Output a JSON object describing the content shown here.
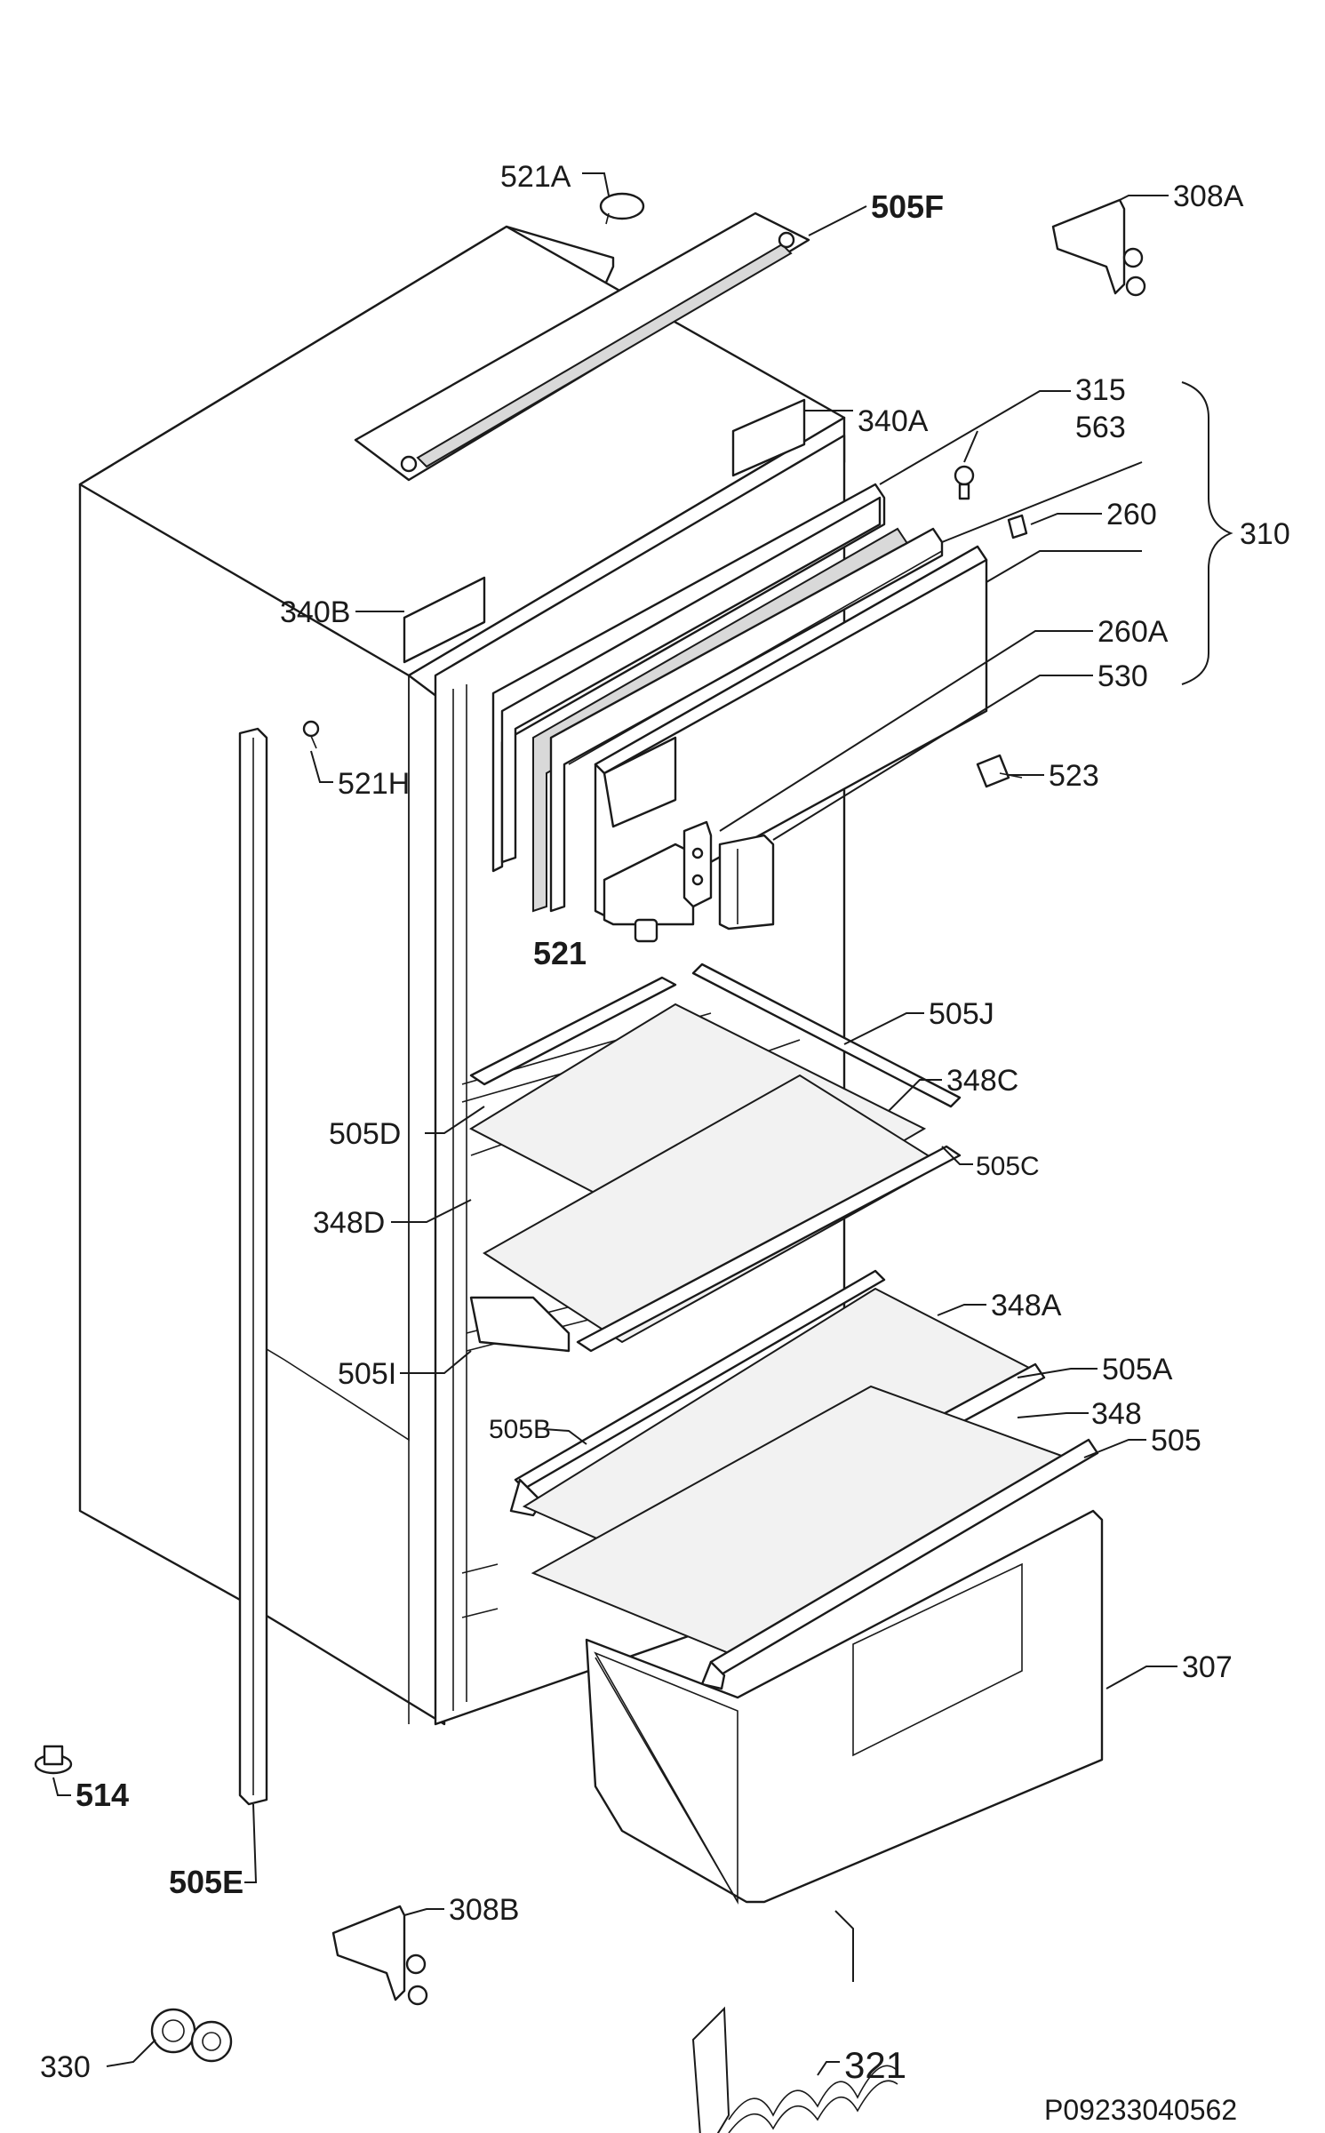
{
  "labels": {
    "l521A": "521A",
    "l505F": "505F",
    "l308A": "308A",
    "l315": "315",
    "l563": "563",
    "l340A": "340A",
    "l260": "260",
    "l310": "310",
    "l340B": "340B",
    "l260A": "260A",
    "l530": "530",
    "l521H": "521H",
    "l523": "523",
    "l521": "521",
    "l505J": "505J",
    "l348C": "348C",
    "l505D": "505D",
    "l505C": "505C",
    "l348D": "348D",
    "l348A": "348A",
    "l505I": "505I",
    "l505A": "505A",
    "l505B": "505B",
    "l348": "348",
    "l505": "505",
    "l307": "307",
    "l514": "514",
    "l505E": "505E",
    "l308B": "308B",
    "l330": "330",
    "l321": "321"
  },
  "drawing_code": "P09233040562"
}
